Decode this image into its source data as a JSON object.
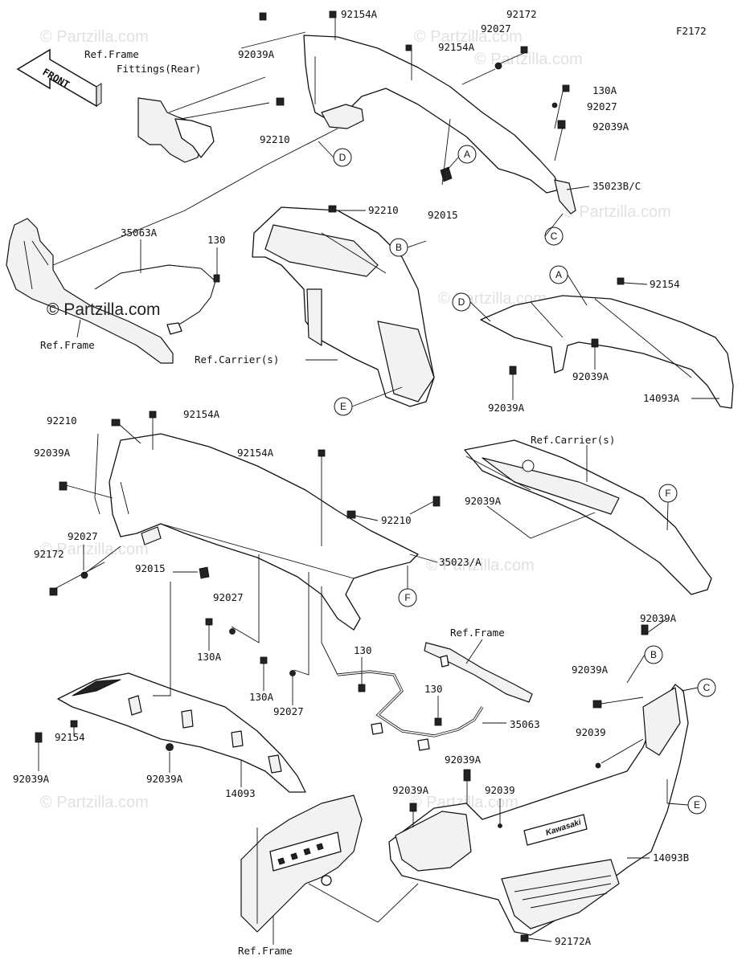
{
  "figure_code": "F2172",
  "front_label": "FRONT",
  "watermarks": [
    "© Partzilla.com",
    "© Partzilla.com",
    "© Partzilla.com",
    "© Partzilla.com",
    "© Partzilla.com",
    "© Partzilla.com",
    "© Partzilla.com",
    "© Partzilla.com",
    "© Partzilla.com"
  ],
  "main_watermark": "© Partzilla.com",
  "refs": {
    "frame_fittings_line1": "Ref.Frame",
    "frame_fittings_line2": "Fittings(Rear)",
    "frame_left": "Ref.Frame",
    "carriers_upper": "Ref.Carrier(s)",
    "carriers_lower": "Ref.Carrier(s)",
    "frame_mid": "Ref.Frame",
    "frame_bottom": "Ref.Frame"
  },
  "part_labels": [
    "92154A",
    "92172",
    "92039A",
    "92154A",
    "92027",
    "130A",
    "92027",
    "92039A",
    "92210",
    "92015",
    "35023B/C",
    "92210",
    "35063A",
    "130",
    "92154",
    "92039A",
    "92039A",
    "14093A",
    "92210",
    "92154A",
    "92039A",
    "92154A",
    "92039A",
    "92210",
    "92027",
    "92172",
    "35023/A",
    "92015",
    "92027",
    "130A",
    "130A",
    "92027",
    "130",
    "130",
    "35063",
    "92039A",
    "92039A",
    "92039",
    "92154",
    "92039A",
    "92039A",
    "14093",
    "92039A",
    "92039A",
    "92039",
    "14093B",
    "92172A"
  ],
  "callouts": [
    "A",
    "D",
    "C",
    "B",
    "D",
    "A",
    "E",
    "F",
    "F",
    "B",
    "C",
    "E"
  ]
}
